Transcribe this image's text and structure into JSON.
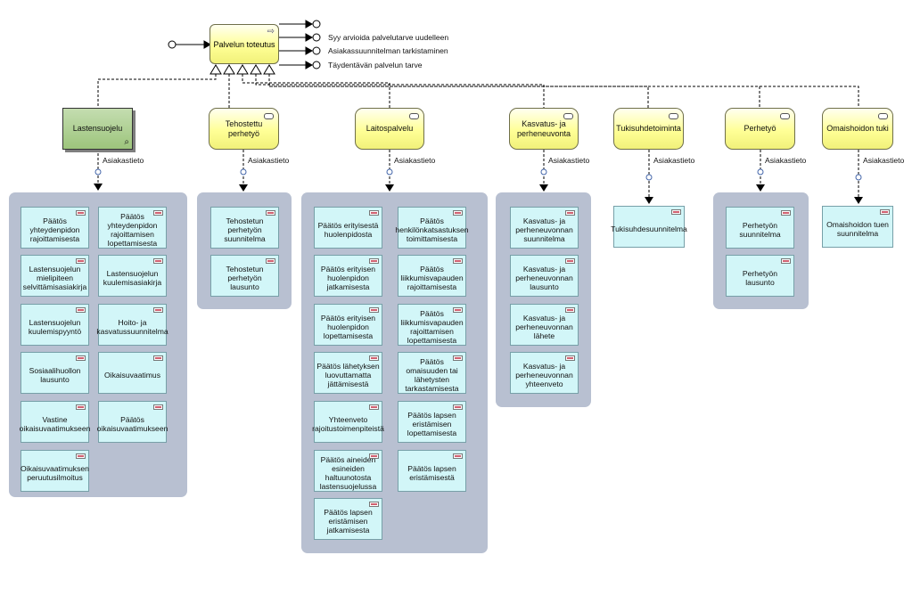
{
  "service": {
    "main_label": "Palvelun toteutus",
    "outputs": [
      "",
      "Syy arvioida palvelutarve uudelleen",
      "Asiakassuunnitelman tarkistaminen",
      "Täydentävän palvelun tarve"
    ]
  },
  "association_label": "Asiakastieto",
  "columns": [
    {
      "title": "Lastensuojelu",
      "documents": [
        "Päätös yhteydenpidon rajoittamisesta",
        "Päätös yhteydenpidon rajoittamisen lopettamisesta",
        "Lastensuojelun mielipiteen selvittämisasiakirja",
        "Lastensuojelun kuulemisasiakirja",
        "Lastensuojelun kuulemispyyntö",
        "Hoito- ja kasvatussuunnitelma",
        "Sosiaalihuollon lausunto",
        "Oikaisuvaatimus",
        "Vastine oikaisuvaatimukseen",
        "Päätös oikaisuvaatimukseen",
        "Oikaisuvaatimuksen peruutusilmoitus"
      ]
    },
    {
      "title": "Tehostettu perhetyö",
      "documents": [
        "Tehostetun perhetyön suunnitelma",
        "Tehostetun perhetyön lausunto"
      ]
    },
    {
      "title": "Laitospalvelu",
      "documents": [
        "Päätös erityisestä huolenpidosta",
        "Päätös henkilönkatsastuksen toimittamisesta",
        "Päätös erityisen huolenpidon jatkamisesta",
        "Päätös liikkumisvapauden rajoittamisesta",
        "Päätös erityisen huolenpidon lopettamisesta",
        "Päätös liikkumisvapauden rajoittamisen lopettamisesta",
        "Päätös lähetyksen luovuttamatta jättämisestä",
        "Päätös omaisuuden tai lähetysten tarkastamisesta",
        "Yhteenveto rajoitustoimenpiteistä",
        "Päätös lapsen eristämisen lopettamisesta",
        "Päätös aineiden esineiden haltuunotosta lastensuojelussa",
        "Päätös lapsen eristämisestä",
        "Päätös lapsen eristämisen jatkamisesta"
      ]
    },
    {
      "title": "Kasvatus- ja perheneuvonta",
      "documents": [
        "Kasvatus- ja perheneuvonnan suunnitelma",
        "Kasvatus- ja perheneuvonnan lausunto",
        "Kasvatus- ja perheneuvonnan lähete",
        "Kasvatus- ja perheneuvonnan yhteenveto"
      ]
    },
    {
      "title": "Tukisuhdetoiminta",
      "documents": [
        "Tukisuhdesuunnitelma"
      ]
    },
    {
      "title": "Perhetyö",
      "documents": [
        "Perhetyön suunnitelma",
        "Perhetyön lausunto"
      ]
    },
    {
      "title": "Omaishoidon tuki",
      "documents": [
        "Omaishoidon tuen suunnitelma"
      ]
    }
  ],
  "colors": {
    "service_fill": "#ffff96",
    "lastensuojelu_fill": "#9dc57c",
    "document_fill": "#d2f6f8",
    "panel_fill": "#b8c0d1"
  }
}
